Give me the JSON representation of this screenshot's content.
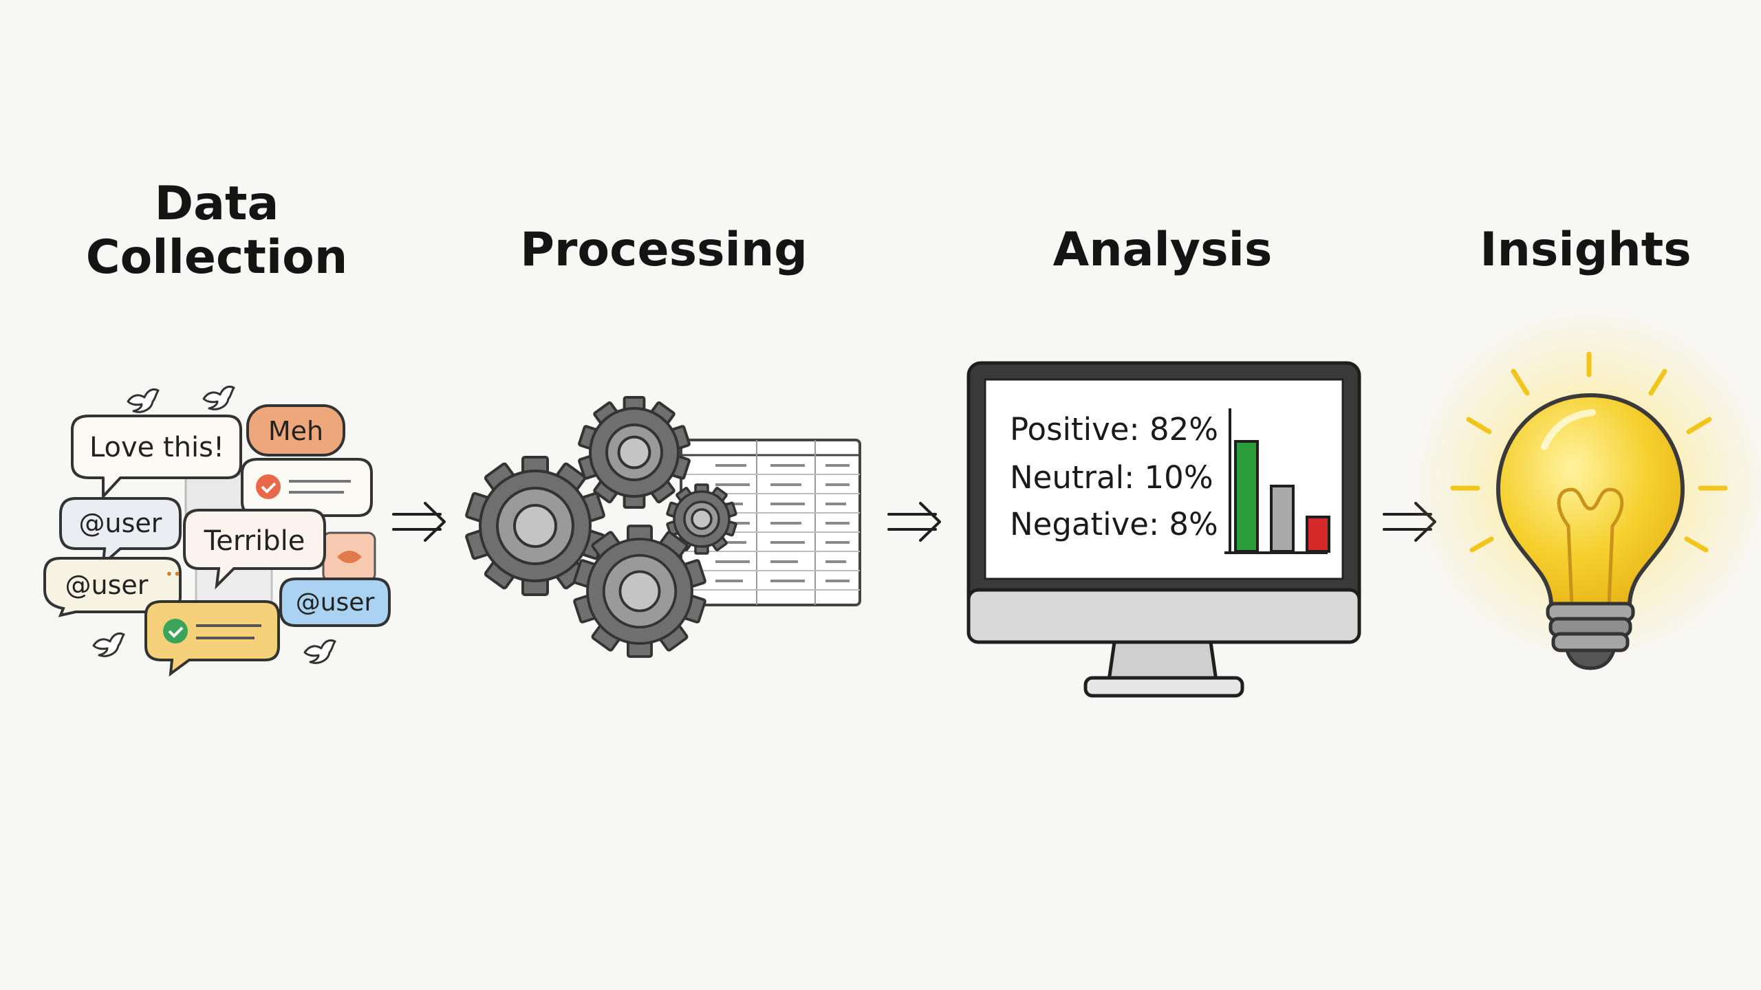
{
  "stages": [
    {
      "title_line1": "Data",
      "title_line2": "Collection"
    },
    {
      "title_line1": "Processing"
    },
    {
      "title_line1": "Analysis"
    },
    {
      "title_line1": "Insights"
    }
  ],
  "bubbles": {
    "love": "Love this!",
    "meh": "Meh",
    "terrible": "Terrible",
    "user": "@user"
  },
  "analysis": {
    "positive": "Positive: 82%",
    "neutral": "Neutral: 10%",
    "negative": "Negative: 8%"
  },
  "sentiment": [
    {
      "label": "Positive",
      "value": 82,
      "color": "#2a9c3a"
    },
    {
      "label": "Neutral",
      "value": 10,
      "color": "#a9a9a9"
    },
    {
      "label": "Negative",
      "value": 8,
      "color": "#d42a2a"
    }
  ],
  "colors": {
    "ink": "#1f1f1f",
    "gear": "#6f6f6f",
    "bulb": "#f4cb2a",
    "bubble_orange": "#eea77a",
    "bubble_blue": "#a9d3f0",
    "bubble_yellow": "#f5d27a"
  },
  "icons": [
    "bird-icon",
    "gear-icon",
    "spreadsheet-icon",
    "monitor-icon",
    "lightbulb-icon",
    "arrow-right-icon"
  ]
}
